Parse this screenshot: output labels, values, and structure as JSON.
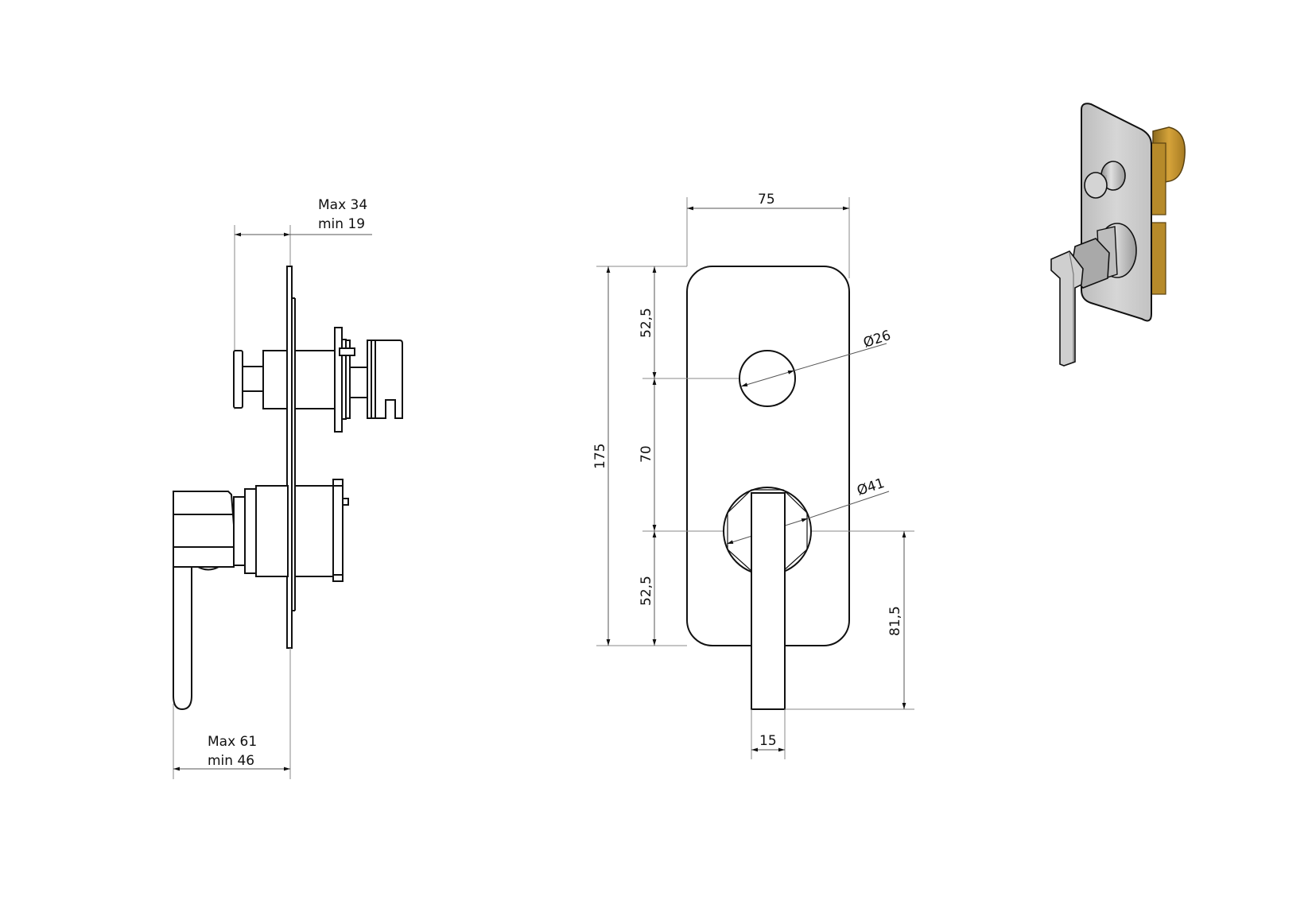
{
  "drawing": {
    "side_view": {
      "top_dimension": {
        "line1": "Max 34",
        "line2": "min 19"
      },
      "bottom_dimension": {
        "line1": "Max 61",
        "line2": "min 46"
      }
    },
    "front_view": {
      "width": "75",
      "overall_height": "175",
      "top_to_diverter": "52,5",
      "diverter_to_mixer": "70",
      "mixer_to_bottom": "52,5",
      "diverter_diameter": "Ø26",
      "mixer_diameter": "Ø41",
      "handle_length": "81,5",
      "handle_width": "15"
    },
    "render_view": {
      "plate_color": "#c9c9c9",
      "brass_color": "#c9962e"
    }
  }
}
